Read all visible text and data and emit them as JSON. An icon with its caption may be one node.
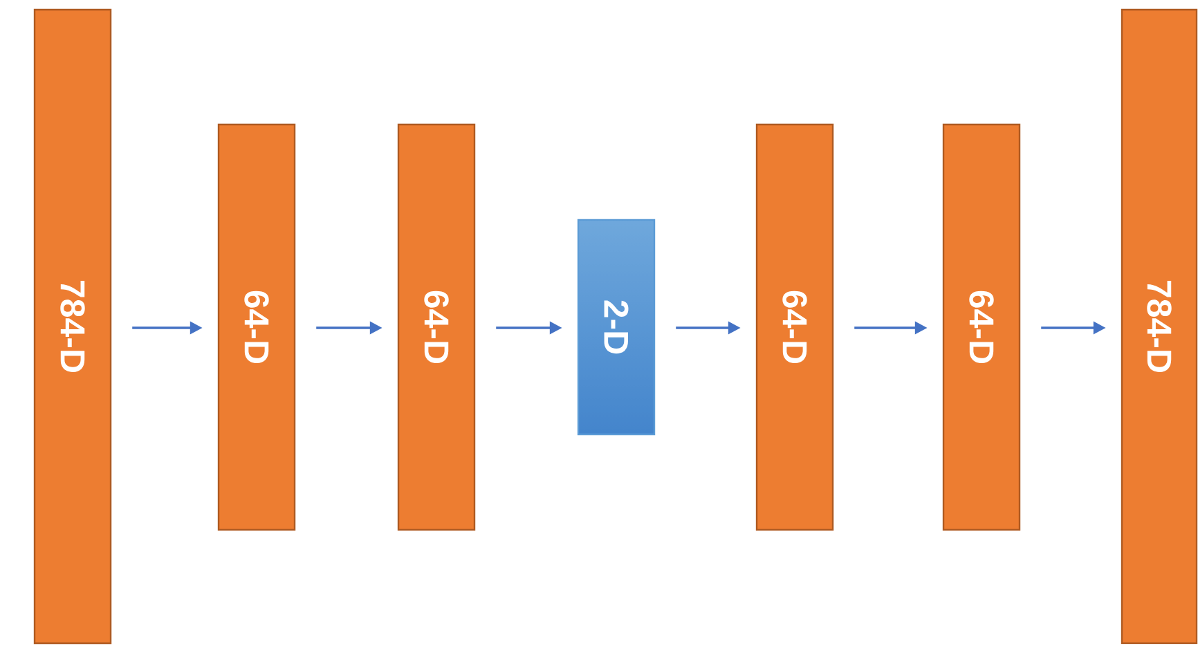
{
  "diagram": {
    "nodes": [
      {
        "text": [
          "784-D"
        ]
      },
      {
        "text": [
          "64-D"
        ]
      },
      {
        "text": [
          "64-D"
        ]
      },
      {
        "text": [
          "2-D"
        ]
      },
      {
        "text": [
          "64-D"
        ]
      },
      {
        "text": [
          "64-D"
        ]
      },
      {
        "text": [
          "784-D"
        ]
      }
    ],
    "edges": [
      {
        "from": 0,
        "to": 1,
        "arrow": "to"
      },
      {
        "from": 1,
        "to": 2,
        "arrow": "to"
      },
      {
        "from": 2,
        "to": 3,
        "arrow": "to"
      },
      {
        "from": 3,
        "to": 4,
        "arrow": "to"
      },
      {
        "from": 4,
        "to": 5,
        "arrow": "to"
      },
      {
        "from": 5,
        "to": 6,
        "arrow": "to"
      }
    ]
  }
}
